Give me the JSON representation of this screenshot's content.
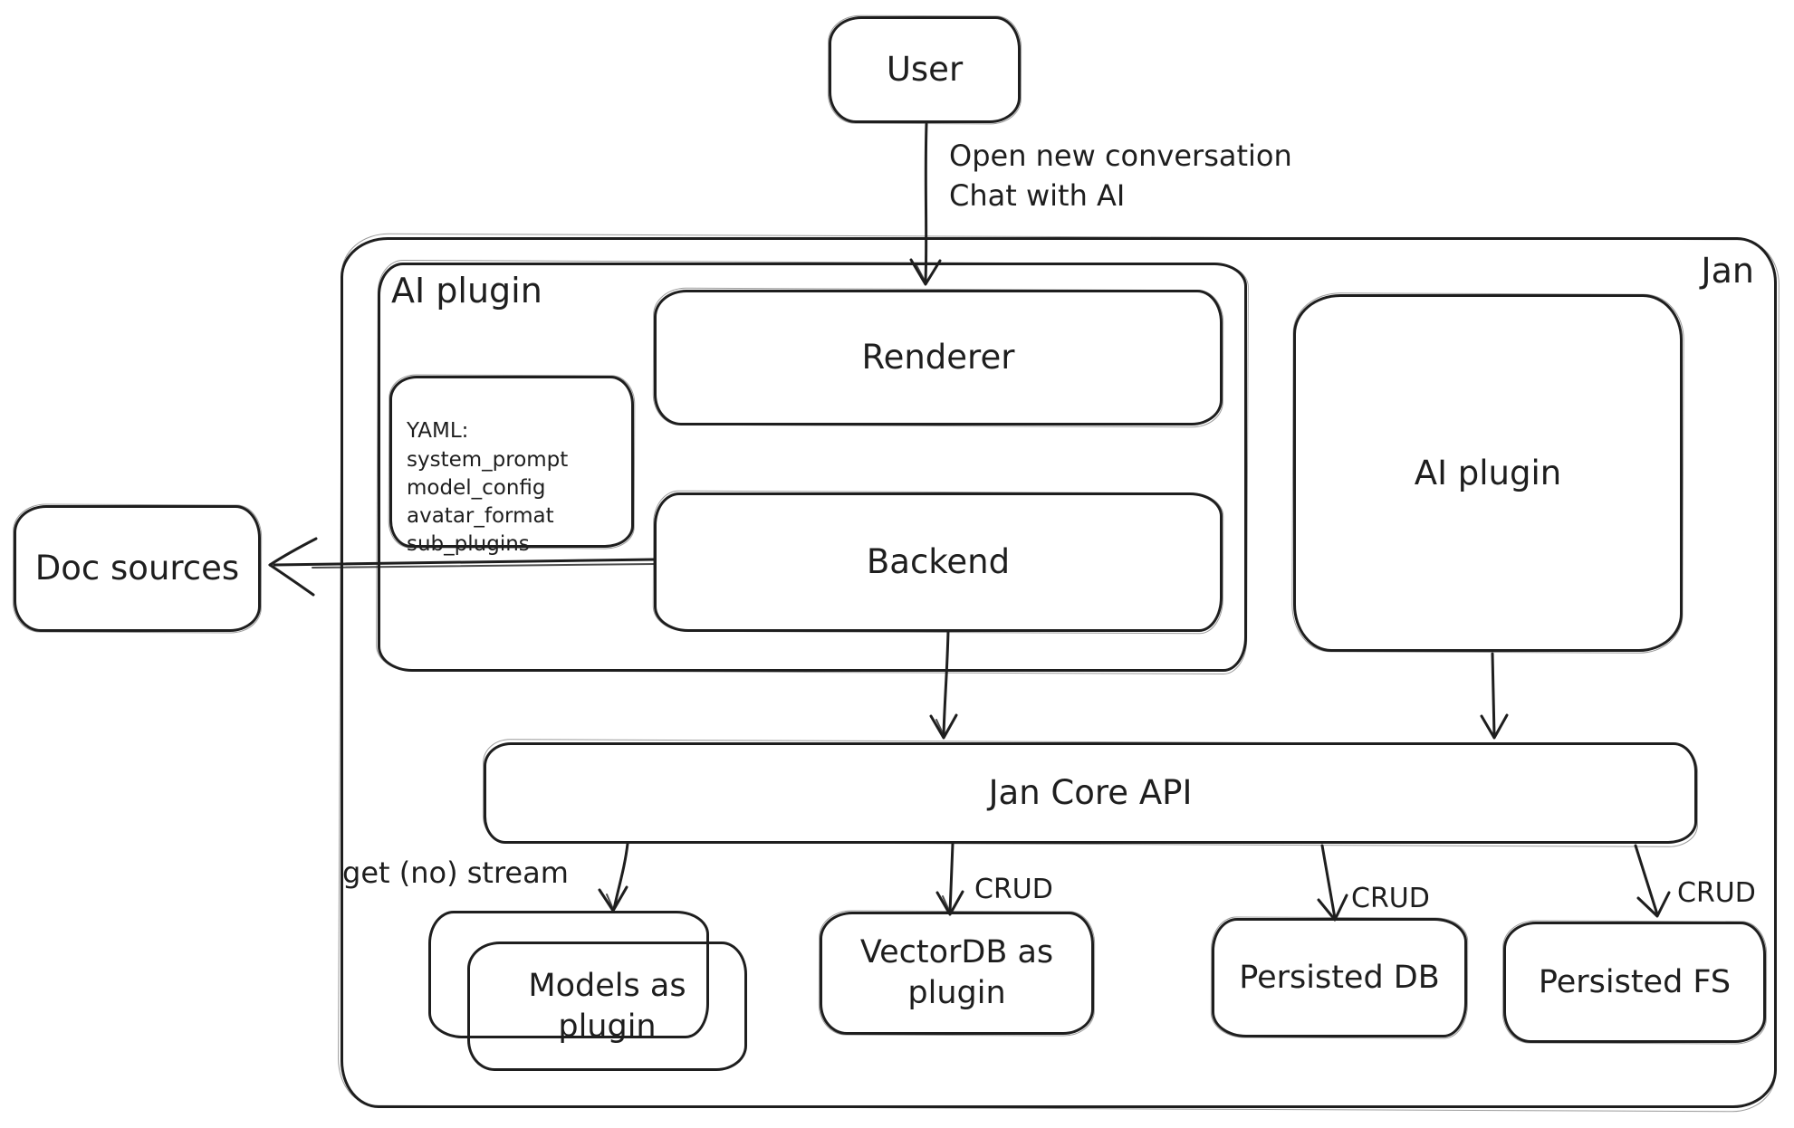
{
  "diagram": {
    "canvas": {
      "background": "#ffffff",
      "stroke_color": "#1e1e1e"
    },
    "nodes": {
      "user": {
        "label": "User"
      },
      "jan": {
        "label": "Jan"
      },
      "ai_plugin_left": {
        "label": "AI plugin"
      },
      "renderer": {
        "label": "Renderer"
      },
      "yaml_note": {
        "text": "YAML:\nsystem_prompt\nmodel_config\navatar_format\nsub_plugins"
      },
      "backend": {
        "label": "Backend"
      },
      "ai_plugin_right": {
        "label": "AI plugin"
      },
      "doc_sources": {
        "label": "Doc sources"
      },
      "jan_core_api": {
        "label": "Jan Core API"
      },
      "models_as_plugin": {
        "label": "Models as\nplugin"
      },
      "vectordb_as_plugin": {
        "label": "VectorDB as\nplugin"
      },
      "persisted_db": {
        "label": "Persisted DB"
      },
      "persisted_fs": {
        "label": "Persisted FS"
      }
    },
    "edge_labels": {
      "user_to_renderer": "Open new conversation\nChat with AI",
      "jan_core_to_models": "get (no) stream",
      "jan_core_to_vectordb": "CRUD",
      "jan_core_to_persisted_db": "CRUD",
      "jan_core_to_persisted_fs": "CRUD"
    }
  }
}
